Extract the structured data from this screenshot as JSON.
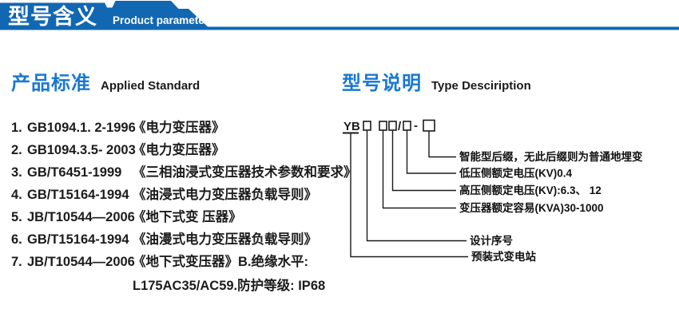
{
  "header": {
    "title_zh": "型号含义",
    "title_en": "Product parameters"
  },
  "left_section": {
    "heading_zh": "产品标准",
    "heading_en": "Applied Standard",
    "standards": [
      {
        "num": "1.",
        "code": "GB1094.1. 2-1996",
        "title": "《电力变压器》"
      },
      {
        "num": "2.",
        "code": "GB1094.3.5- 2003",
        "title": "《电力变压器》"
      },
      {
        "num": "3.",
        "code": "GB/T6451-1999",
        "title": "《三相油浸式变压器技术参数和要求》"
      },
      {
        "num": "4.",
        "code": "GB/T15164-1994",
        "title": "《油浸式电力变压器负载导则》"
      },
      {
        "num": "5.",
        "code": "JB/T10544—2006",
        "title": "《地下式变 压器》"
      },
      {
        "num": "6.",
        "code": "GB/T15164-1994",
        "title": "《油漫式电力变压器负载导则》"
      },
      {
        "num": "7.",
        "code": "JB/T10544—2006",
        "title": "《地下式变压器》B.绝缘水平:"
      }
    ],
    "continuation": "L175AC35/AC59.防护等级: IP68"
  },
  "right_section": {
    "heading_zh": "型号说明",
    "heading_en": "Type Desciription",
    "model_code": {
      "prefix": "YB",
      "slash": "/",
      "dash": "-"
    },
    "labels": {
      "smart_suffix": "智能型后缀，无此后缀则为普通地埋变",
      "lv_voltage": "低压侧额定电压(KV)0.4",
      "hv_voltage": "高压侧额定电压(KV):6.3、 12",
      "capacity": "变压器额定容易(KVA)30-1000",
      "design_serial": "设计序号",
      "station": "预装式变电站"
    }
  },
  "colors": {
    "banner_blue": "#1167b2",
    "heading_blue": "#1878d2",
    "text_black": "#1c1c1c"
  }
}
